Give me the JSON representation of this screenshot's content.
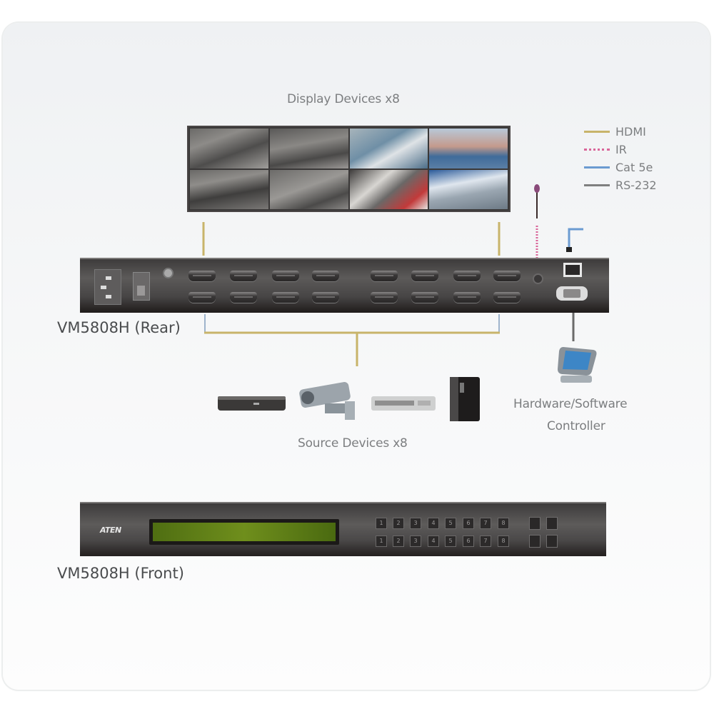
{
  "diagram": {
    "display_label": "Display Devices x8",
    "source_label": "Source Devices x8",
    "controller_label_line1": "Hardware/Software",
    "controller_label_line2": "Controller",
    "rear_model_label": "VM5808H (Rear)",
    "front_model_label": "VM5808H (Front)",
    "brand_logo": "ATEN"
  },
  "legend": [
    {
      "label": "HDMI",
      "color": "#c8b46a",
      "style": "solid"
    },
    {
      "label": "IR",
      "color": "#d9669a",
      "style": "dotted"
    },
    {
      "label": "Cat 5e",
      "color": "#6b9bd1",
      "style": "solid"
    },
    {
      "label": "RS-232",
      "color": "#7f7f7f",
      "style": "solid"
    }
  ],
  "source_devices": [
    {
      "name": "dvd-player",
      "icon": "dvd-player-icon"
    },
    {
      "name": "security-camera",
      "icon": "cctv-camera-icon"
    },
    {
      "name": "media-player",
      "icon": "media-player-icon"
    },
    {
      "name": "desktop-pc",
      "icon": "desktop-tower-icon"
    }
  ],
  "front_panel": {
    "output_buttons": [
      "1",
      "2",
      "3",
      "4",
      "5",
      "6",
      "7",
      "8"
    ],
    "input_buttons": [
      "1",
      "2",
      "3",
      "4",
      "5",
      "6",
      "7",
      "8"
    ]
  },
  "colors": {
    "hdmi": "#c8b46a",
    "ir": "#d9669a",
    "cat5e": "#6b9bd1",
    "rs232": "#7f7f7f",
    "lcd": "#6f8e1c"
  }
}
